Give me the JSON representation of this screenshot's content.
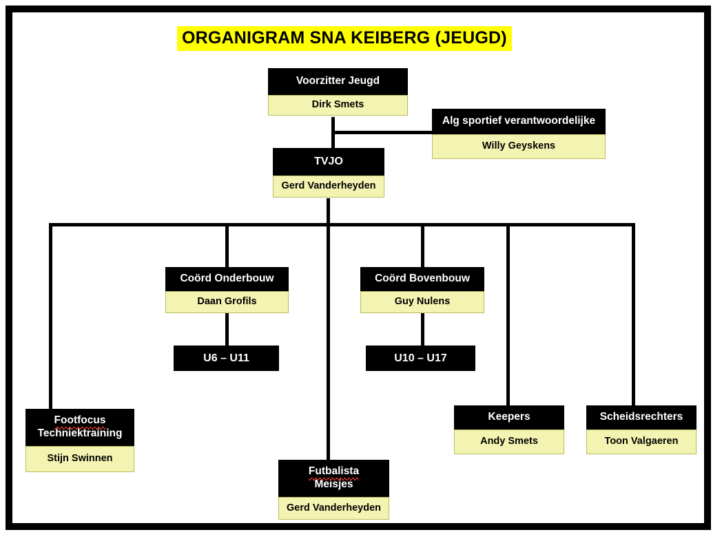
{
  "page": {
    "title": "ORGANIGRAM SNA KEIBERG (JEUGD)",
    "title_highlight_color": "#ffff00",
    "header_box_color": "#000000",
    "header_text_color": "#ffffff",
    "name_box_color": "#f4f4b2",
    "name_box_border_color": "#b9ba60",
    "frame_color": "#000000",
    "spellcheck_underline_color": "#e03a34"
  },
  "nodes": {
    "voorzitter": {
      "role": "Voorzitter Jeugd",
      "person": "Dirk Smets"
    },
    "alg_sportief": {
      "role": "Alg sportief verantwoordelijke",
      "person": "Willy Geyskens"
    },
    "tvjo": {
      "role": "TVJO",
      "person": "Gerd Vanderheyden"
    },
    "coord_onderbouw": {
      "role": "Coörd Onderbouw",
      "person": "Daan Grofils"
    },
    "coord_bovenbouw": {
      "role": "Coörd Bovenbouw",
      "person": "Guy Nulens"
    },
    "u6_u11": {
      "role": "U6 – U11"
    },
    "u10_u17": {
      "role": "U10 – U17"
    },
    "footfocus": {
      "role_line1": "Footfocus",
      "role_line2": "Techniektraining",
      "person": "Stijn Swinnen"
    },
    "futbalista": {
      "role_line1": "Futbalista",
      "role_line2": "Meisjes",
      "person": "Gerd Vanderheyden"
    },
    "keepers": {
      "role": "Keepers",
      "person": "Andy Smets"
    },
    "scheidsrechters": {
      "role": "Scheidsrechters",
      "person": "Toon Valgaeren"
    }
  }
}
